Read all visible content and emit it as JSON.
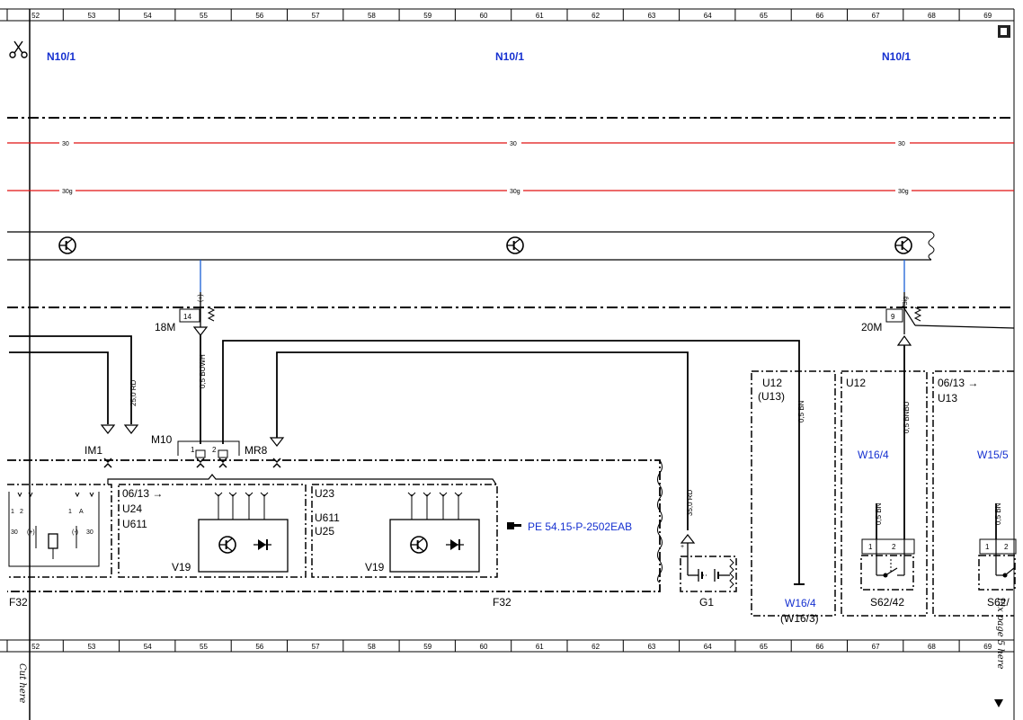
{
  "ruler": {
    "columns": [
      "52",
      "53",
      "54",
      "55",
      "56",
      "57",
      "58",
      "59",
      "60",
      "61",
      "62",
      "63",
      "64",
      "65",
      "66",
      "67",
      "68",
      "69"
    ]
  },
  "headers": [
    "N10/1",
    "N10/1",
    "N10/1"
  ],
  "lines": {
    "l30": "30",
    "l30g": "30g",
    "line_color": "#e01010",
    "signal_color": "#1a5fd6"
  },
  "connectors": {
    "c14": "14",
    "c18m": "18M",
    "c20m": "20M",
    "c9": "9",
    "sig": "Sig",
    "plus_minus": "(+)"
  },
  "wires": {
    "w1": "25,0 RD",
    "w2": "0,5 BUWH",
    "w3": "35,0 RD",
    "w4": "0,5 BN",
    "w5": "0,5 BNBU",
    "w6": "0,5 BN",
    "w7": "0,5 BN"
  },
  "labels": {
    "im1": "IM1",
    "m10": "M10",
    "mr8": "MR8",
    "pin1": "1",
    "pin2": "2",
    "f32a": "F32",
    "f32b": "F32",
    "g1": "G1",
    "v19a": "V19",
    "v19b": "V19",
    "u12a": "U12",
    "u13a": "(U13)",
    "u12b": "U12",
    "d0613a": "06/13 →",
    "u13b": "U13",
    "d0613b": "06/13 →",
    "u24": "U24",
    "u611a": "U611",
    "u23": "U23",
    "u611b": "U611",
    "u25": "U25",
    "ref": "PE 54.15-P-2502EAB",
    "w164a": "W16/4",
    "w163": "(W16/3)",
    "w164b": "W16/4",
    "w155": "W15/5",
    "s6242": "S62/42",
    "s62b": "S62/",
    "f30a": "30",
    "f30b": "30",
    "fpa": "(+)",
    "fma": "(-)",
    "fone": "1",
    "ftwo": "2",
    "fA": "A",
    "fone2": "1"
  },
  "margin": {
    "cut_left": "Cut here",
    "cut_right": "Fix page 5 here"
  }
}
